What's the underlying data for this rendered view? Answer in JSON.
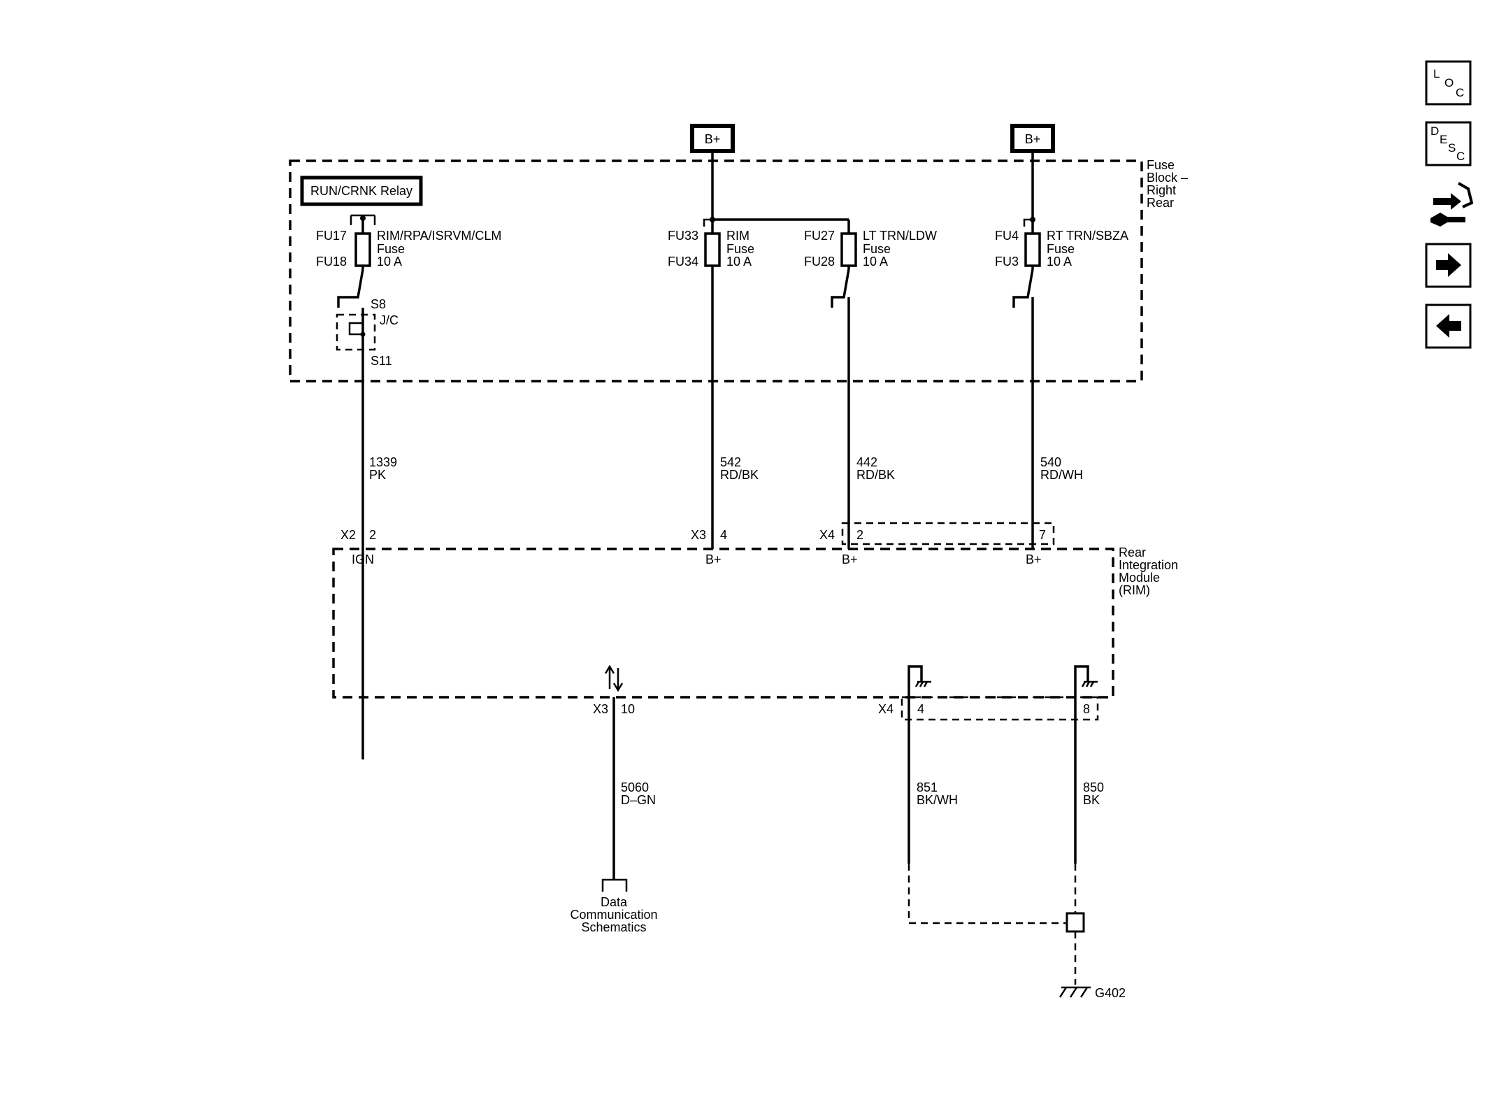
{
  "supply": {
    "left": "B+",
    "right": "B+"
  },
  "fuse_block": {
    "line1": "Fuse",
    "line2": "Block –",
    "line3": "Right",
    "line4": "Rear"
  },
  "relay": {
    "label": "RUN/CRNK Relay"
  },
  "fuses": [
    {
      "top_id": "FU17",
      "bottom_id": "FU18",
      "name": "RIM/RPA/ISRVM/CLM",
      "type": "Fuse",
      "rating": "10 A"
    },
    {
      "top_id": "FU33",
      "bottom_id": "FU34",
      "name": "RIM",
      "type": "Fuse",
      "rating": "10 A"
    },
    {
      "top_id": "FU27",
      "bottom_id": "FU28",
      "name": "LT TRN/LDW",
      "type": "Fuse",
      "rating": "10 A"
    },
    {
      "top_id": "FU4",
      "bottom_id": "FU3",
      "name": "RT TRN/SBZA",
      "type": "Fuse",
      "rating": "10 A"
    }
  ],
  "splice": {
    "top": "S8",
    "label": "J/C",
    "bottom": "S11"
  },
  "circuits": [
    {
      "number": "1339",
      "color": "PK"
    },
    {
      "number": "542",
      "color": "RD/BK"
    },
    {
      "number": "442",
      "color": "RD/BK"
    },
    {
      "number": "540",
      "color": "RD/WH"
    },
    {
      "number": "5060",
      "color": "D–GN"
    },
    {
      "number": "851",
      "color": "BK/WH"
    },
    {
      "number": "850",
      "color": "BK"
    }
  ],
  "connectors_top": [
    {
      "conn": "X2",
      "pin": "2",
      "function": "IGN"
    },
    {
      "conn": "X3",
      "pin": "4",
      "function": "B+"
    },
    {
      "conn": "X4",
      "pin": "2",
      "function": "B+"
    },
    {
      "conn": "",
      "pin": "7",
      "function": "B+"
    }
  ],
  "connectors_bottom": [
    {
      "conn": "X3",
      "pin": "10"
    },
    {
      "conn": "X4",
      "pin": "4"
    },
    {
      "conn": "",
      "pin": "8"
    }
  ],
  "module": {
    "line1": "Rear",
    "line2": "Integration",
    "line3": "Module",
    "line4": "(RIM)"
  },
  "data_comm": {
    "line1": "Data",
    "line2": "Communication",
    "line3": "Schematics"
  },
  "ground": {
    "label": "G402"
  },
  "nav": {
    "loc": {
      "l1": "L",
      "l2": "O",
      "l3": "C"
    },
    "desc": {
      "l1": "D",
      "l2": "E",
      "l3": "S",
      "l4": "C"
    },
    "icons": [
      "connector-icon",
      "arrow-right-icon",
      "arrow-left-icon"
    ]
  }
}
